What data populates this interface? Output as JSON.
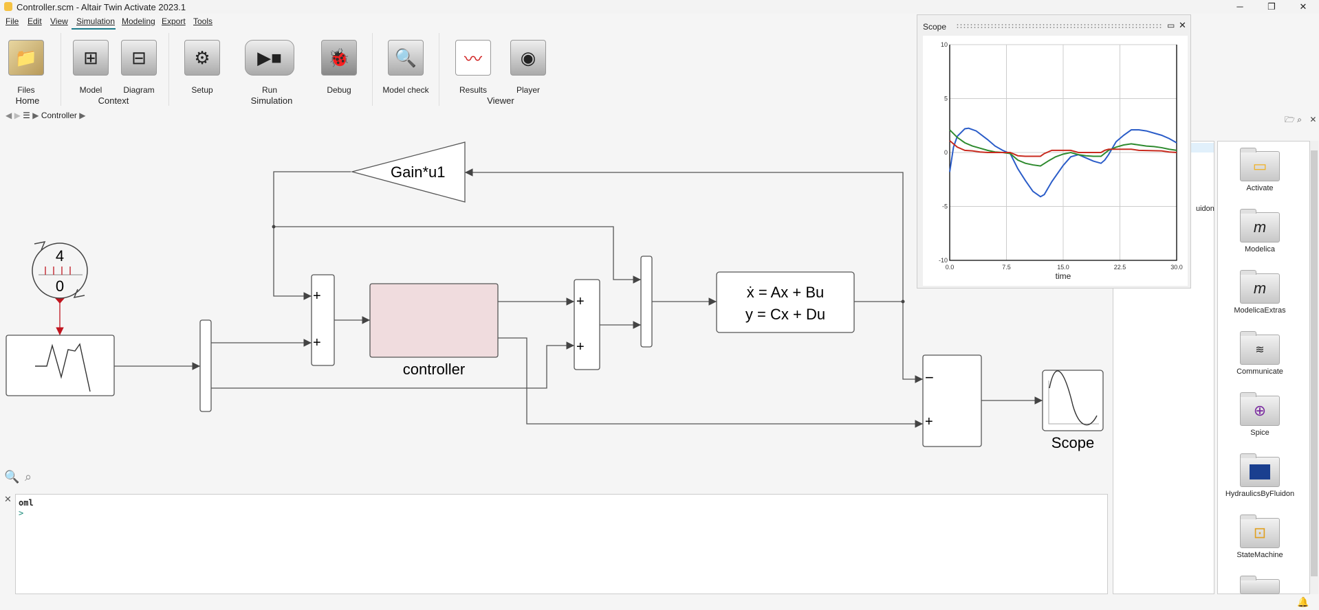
{
  "window": {
    "title": "Controller.scm - Altair Twin Activate 2023.1",
    "minimize": "─",
    "maximize": "❐",
    "close": "✕"
  },
  "menu": [
    "File",
    "Edit",
    "View",
    "Simulation",
    "Modeling",
    "Export",
    "Tools"
  ],
  "ribbon": {
    "buttons": {
      "files": "Files",
      "model": "Model",
      "diagram": "Diagram",
      "setup": "Setup",
      "run": "Run",
      "debug": "Debug",
      "model_check": "Model check",
      "results": "Results",
      "player": "Player"
    },
    "groups": {
      "home": "Home",
      "context": "Context",
      "simulation": "Simulation",
      "viewer": "Viewer"
    }
  },
  "breadcrumb": {
    "back": "◀",
    "forward": "▶",
    "menu": "☰",
    "item": "Controller"
  },
  "diagram": {
    "clock": {
      "period": "4",
      "offset": "0"
    },
    "gain": "Gain*u1",
    "controller": "controller",
    "state_space": {
      "line1": "ẋ = Ax + Bu",
      "line2": "y = Cx + Du"
    },
    "sum_signs": {
      "plus": "+",
      "minus": "−"
    },
    "scope": "Scope",
    "colors": {
      "controller_fill": "#f0dcde",
      "event_link": "#c0141e",
      "link": "#555555"
    }
  },
  "console": {
    "title": "oml",
    "prompt": ">",
    "close": "✕"
  },
  "tree": {
    "partial_text": "uidon"
  },
  "palette": {
    "items": [
      {
        "label": "Activate",
        "icon": "activate-icon"
      },
      {
        "label": "Modelica",
        "icon": "modelica-icon"
      },
      {
        "label": "ModelicaExtras",
        "icon": "modelica-icon"
      },
      {
        "label": "Communicate",
        "icon": "wifi-icon"
      },
      {
        "label": "Spice",
        "icon": "transistor-icon"
      },
      {
        "label": "HydraulicsByFluidon",
        "icon": "fluidon-icon"
      },
      {
        "label": "StateMachine",
        "icon": "statemachine-icon"
      }
    ]
  },
  "scope_window": {
    "title": "Scope",
    "close": "✕"
  },
  "chart_data": {
    "type": "line",
    "xlabel": "time",
    "ylabel": "",
    "xlim": [
      0,
      30
    ],
    "ylim": [
      -10,
      10
    ],
    "xticks": [
      "0.0",
      "7.5",
      "15.0",
      "22.5",
      "30.0"
    ],
    "yticks": [
      "10",
      "5",
      "0",
      "-5",
      "-10"
    ],
    "grid": true,
    "series": [
      {
        "color": "#2a5cc8",
        "x": [
          0,
          0.5,
          1,
          2,
          2.5,
          3.5,
          5,
          6,
          7,
          8,
          9,
          10,
          11,
          12,
          12.5,
          13.5,
          15,
          16,
          17,
          18,
          19,
          20,
          20.5,
          21,
          22,
          23,
          24,
          25,
          26,
          27,
          28,
          29,
          30
        ],
        "y": [
          -1.8,
          0.5,
          1.5,
          2.2,
          2.25,
          2.0,
          1.2,
          0.6,
          0.2,
          -0.1,
          -1.5,
          -2.6,
          -3.6,
          -4.1,
          -3.9,
          -2.7,
          -1.2,
          -0.4,
          -0.2,
          -0.5,
          -0.8,
          -1.0,
          -0.7,
          -0.2,
          1.0,
          1.6,
          2.1,
          2.1,
          2.0,
          1.8,
          1.6,
          1.3,
          0.9
        ]
      },
      {
        "color": "#2e8a2e",
        "x": [
          0,
          1,
          2,
          3,
          4,
          5,
          6,
          7,
          8,
          9,
          10,
          11,
          12,
          13,
          14,
          15,
          16,
          17,
          18,
          19,
          20,
          21,
          22,
          23,
          24,
          25,
          26,
          27,
          28,
          29,
          30
        ],
        "y": [
          2.1,
          1.4,
          0.9,
          0.6,
          0.4,
          0.2,
          0.05,
          0,
          -0.1,
          -0.7,
          -1.0,
          -1.15,
          -1.25,
          -0.8,
          -0.4,
          -0.15,
          0,
          -0.2,
          -0.3,
          -0.35,
          -0.35,
          0.2,
          0.5,
          0.7,
          0.8,
          0.7,
          0.6,
          0.55,
          0.45,
          0.3,
          0.2
        ]
      },
      {
        "color": "#c82a1e",
        "x": [
          0,
          1,
          2,
          3,
          4,
          5,
          8,
          9,
          10,
          12,
          12.5,
          13.5,
          16,
          17,
          20,
          20.5,
          21,
          24,
          25,
          28,
          29,
          30
        ],
        "y": [
          1.1,
          0.5,
          0.2,
          0.15,
          0.05,
          0,
          0,
          -0.3,
          -0.35,
          -0.35,
          -0.1,
          0.2,
          0.2,
          0,
          0,
          0.2,
          0.3,
          0.3,
          0.2,
          0.15,
          0.05,
          0
        ]
      }
    ]
  }
}
